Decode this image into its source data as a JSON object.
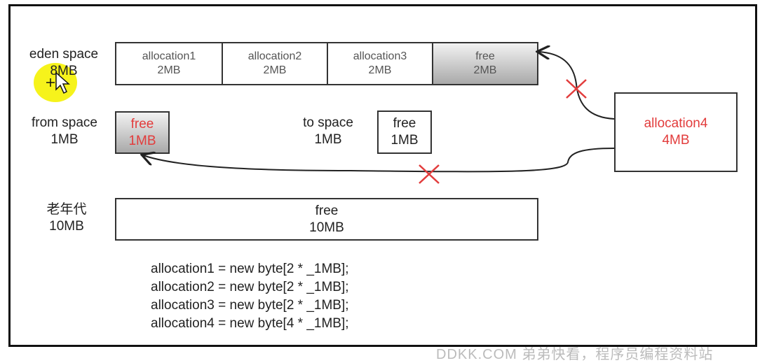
{
  "eden": {
    "label": "eden space",
    "size": "8MB",
    "cells": [
      {
        "name": "allocation1",
        "size": "2MB"
      },
      {
        "name": "allocation2",
        "size": "2MB"
      },
      {
        "name": "allocation3",
        "size": "2MB"
      },
      {
        "name": "free",
        "size": "2MB"
      }
    ]
  },
  "from_space": {
    "label": "from space",
    "size": "1MB",
    "cell_name": "free",
    "cell_size": "1MB"
  },
  "to_space": {
    "label": "to space",
    "size": "1MB",
    "cell_name": "free",
    "cell_size": "1MB"
  },
  "allocation4": {
    "name": "allocation4",
    "size": "4MB"
  },
  "old_gen": {
    "label": "老年代",
    "size": "10MB",
    "cell_name": "free",
    "cell_size": "10MB"
  },
  "code": [
    "allocation1 = new byte[2 * _1MB];",
    "allocation2 = new byte[2 * _1MB];",
    "allocation3 = new byte[2 * _1MB];",
    "allocation4 = new byte[4 * _1MB];"
  ],
  "watermark": "DDKK.COM 弟弟快看，程序员编程资料站",
  "colors": {
    "highlight": "#e23c3c",
    "cursor": "#f6f31b"
  }
}
